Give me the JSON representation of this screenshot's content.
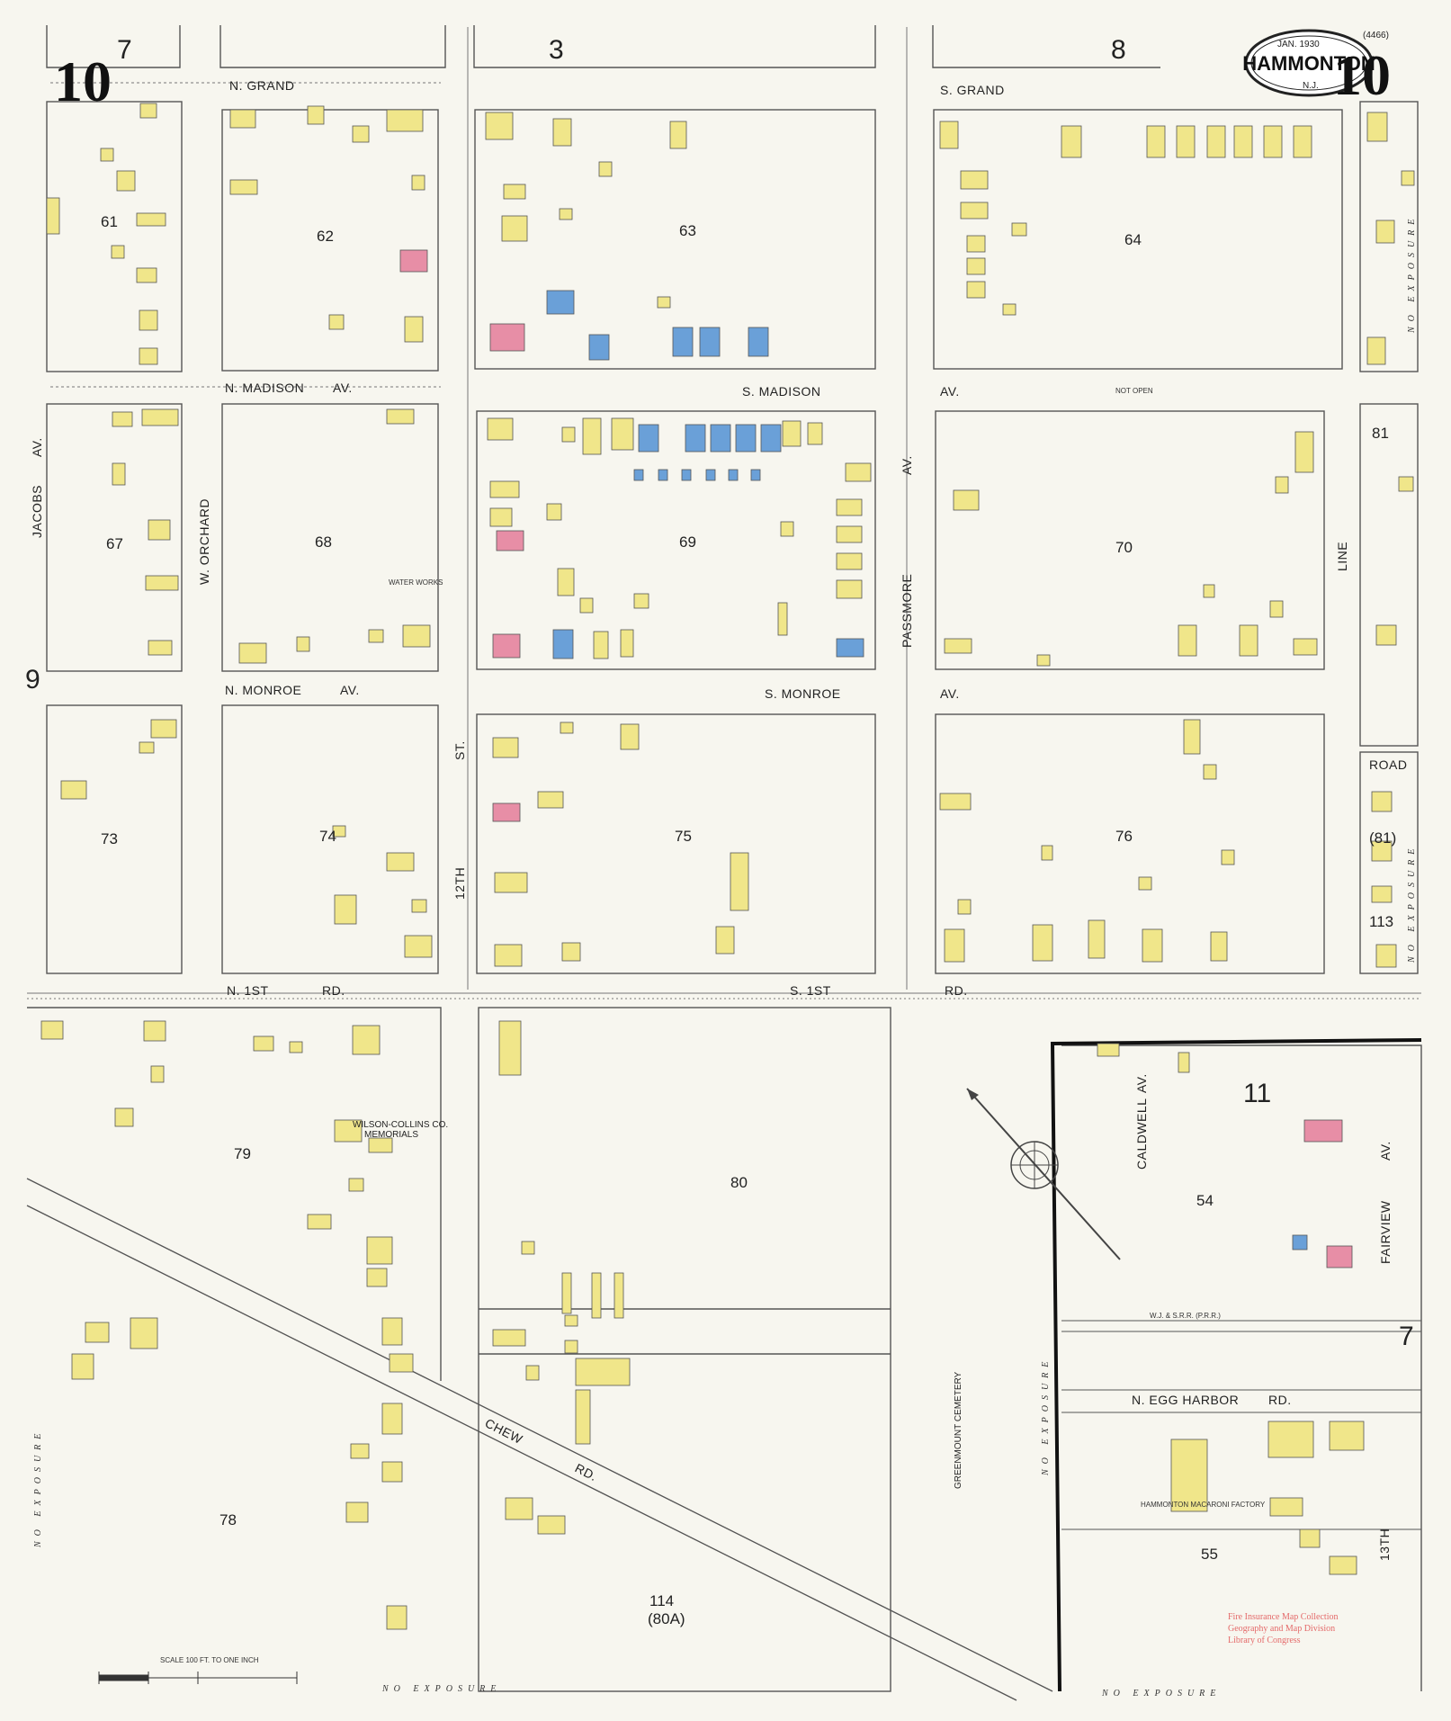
{
  "title": {
    "date": "JAN. 1930",
    "town": "HAMMONTON",
    "state": "N.J.",
    "sheet": "10",
    "ref": "(4466)"
  },
  "adjacent_sheets": [
    "7",
    "3",
    "8",
    "9",
    "11",
    "7"
  ],
  "streets": {
    "n_grand": "N. GRAND",
    "s_grand": "S. GRAND",
    "n_madison": "N. MADISON",
    "s_madison": "S. MADISON",
    "n_monroe": "N. MONROE",
    "s_monroe": "S. MONROE",
    "n_first": "N. 1ST",
    "s_first": "S. 1ST",
    "rd": "RD.",
    "av": "AV.",
    "jacobs": "JACOBS",
    "w_orchard": "W. ORCHARD",
    "twelfth": "12TH",
    "st": "ST.",
    "passmore": "PASSMORE",
    "line": "LINE",
    "road": "ROAD",
    "chew": "CHEW",
    "greenmount": "GREENMOUNT CEMETERY",
    "caldwell": "CALDWELL",
    "fairview": "FAIRVIEW",
    "n_egg_harbor": "N. EGG HARBOR",
    "thirteenth": "13TH",
    "railroad": "W.J. & S.R.R. (P.R.R.)",
    "not_open": "NOT OPEN"
  },
  "blocks": [
    "61",
    "62",
    "63",
    "64",
    "67",
    "68",
    "69",
    "70",
    "81",
    "73",
    "74",
    "75",
    "76",
    "(81)",
    "113",
    "79",
    "80",
    "54",
    "78",
    "114",
    "(80A)",
    "55"
  ],
  "labels": {
    "wilson_collins": "WILSON-COLLINS CO.",
    "memorials": "MEMORIALS",
    "macaroni": "HAMMONTON MACARONI FACTORY",
    "water_works": "WATER WORKS",
    "no_exposure": "NO EXPOSURE",
    "scale": "SCALE 100 FT. TO ONE INCH",
    "credit1": "Fire Insurance Map Collection",
    "credit2": "Geography and Map Division",
    "credit3": "Library of Congress"
  },
  "colors": {
    "paper": "#f7f6ef",
    "frame": "#c9c9c9",
    "dwelling": "#f0e68a",
    "brick": "#e78ea6",
    "stone": "#6aa0d8",
    "line": "#444444"
  }
}
